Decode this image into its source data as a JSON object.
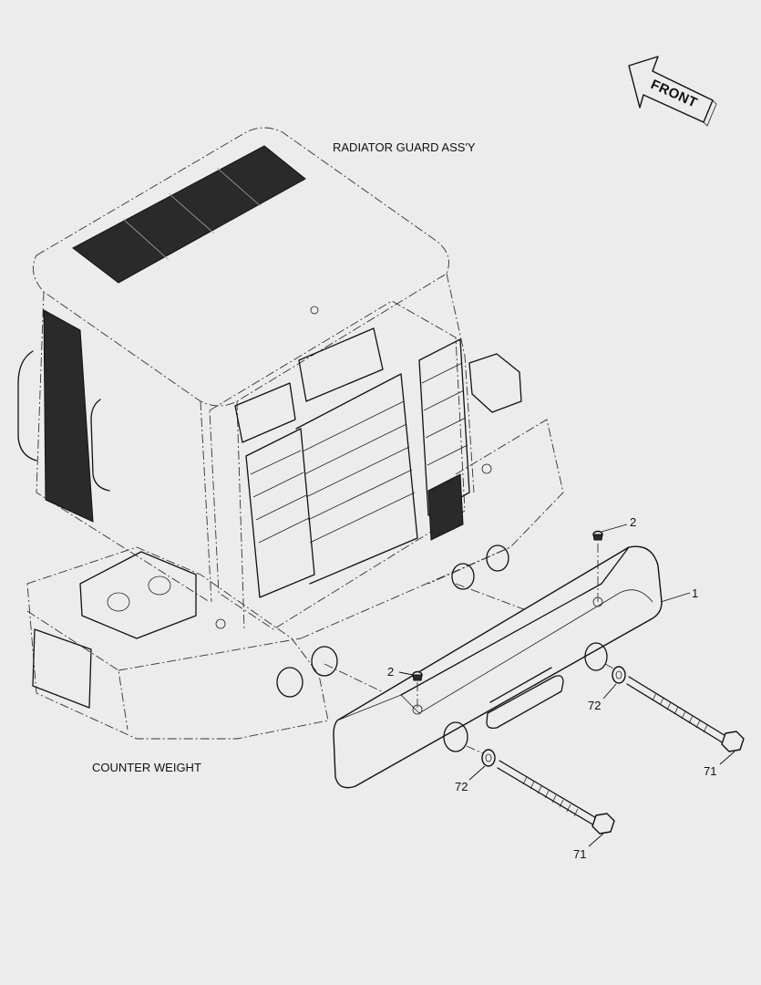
{
  "labels": {
    "radiator_guard": "RADIATOR GUARD ASS'Y",
    "counter_weight": "COUNTER WEIGHT",
    "front": "FRONT"
  },
  "callouts": {
    "c1": "1",
    "c2_top": "2",
    "c2_left": "2",
    "c72_right": "72",
    "c72_left": "72",
    "c71_right": "71",
    "c71_left": "71"
  }
}
